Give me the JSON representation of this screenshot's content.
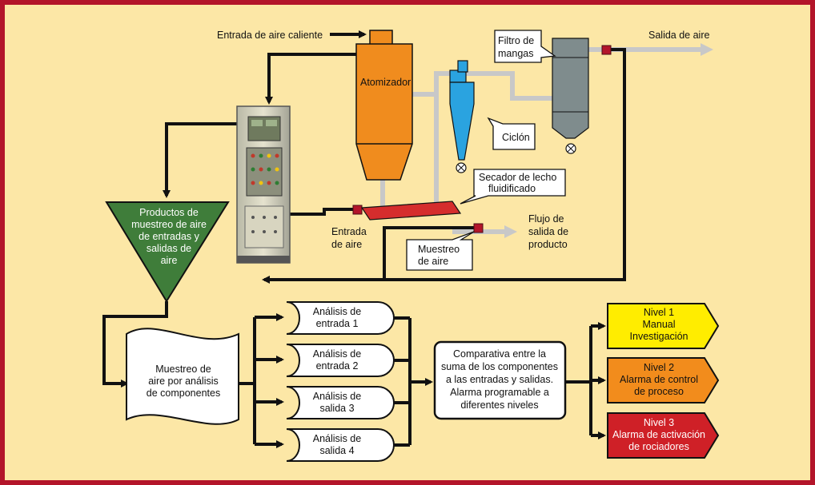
{
  "colors": {
    "frame": "#b3152a",
    "background": "#fce7a6",
    "pipe_gray": "#c8c8c8",
    "dryer_orange": "#f08c1e",
    "cyclone_blue": "#2aa3e0",
    "filter_gray": "#7f8c8d",
    "funnel_green": "#3f7d3a",
    "level1_yellow": "#ffed00",
    "level2_orange": "#f28c1c",
    "level3_red": "#cf2027"
  },
  "plant": {
    "hot_air_inlet": "Entrada de aire caliente",
    "atomizer": "Atomizador",
    "bag_filter": [
      "Filtro de",
      "mangas"
    ],
    "air_outlet": "Salida de aire",
    "cyclone": "Ciclón",
    "fluid_bed_dryer": [
      "Secador de lecho",
      "fluidificado"
    ],
    "air_inlet": [
      "Entrada",
      "de aire"
    ],
    "product_outflow": [
      "Flujo de",
      "salida de",
      "producto"
    ],
    "air_sampling": [
      "Muestreo",
      "de aire"
    ]
  },
  "funnel_text": [
    "Productos de",
    "muestreo de aire",
    "de entradas y",
    "salidas de",
    "aire"
  ],
  "document_text": [
    "Muestreo de",
    "aire por análisis",
    "de componentes"
  ],
  "analyses": [
    [
      "Análisis de",
      "entrada 1"
    ],
    [
      "Análisis de",
      "entrada 2"
    ],
    [
      "Análisis de",
      "salida 3"
    ],
    [
      "Análisis de",
      "salida 4"
    ]
  ],
  "comparison_text": [
    "Comparativa entre la",
    "suma de los componentes",
    "a las entradas y salidas.",
    "Alarma programable a",
    "diferentes niveles"
  ],
  "levels": [
    {
      "lines": [
        "Nivel 1",
        "Manual",
        "Investigación"
      ],
      "color": "#ffed00",
      "text_color": "#111111"
    },
    {
      "lines": [
        "Nivel 2",
        "Alarma de control",
        "de proceso"
      ],
      "color": "#f28c1c",
      "text_color": "#111111"
    },
    {
      "lines": [
        "Nivel 3",
        "Alarma de activación",
        "de rociadores"
      ],
      "color": "#cf2027",
      "text_color": "#ffffff"
    }
  ]
}
